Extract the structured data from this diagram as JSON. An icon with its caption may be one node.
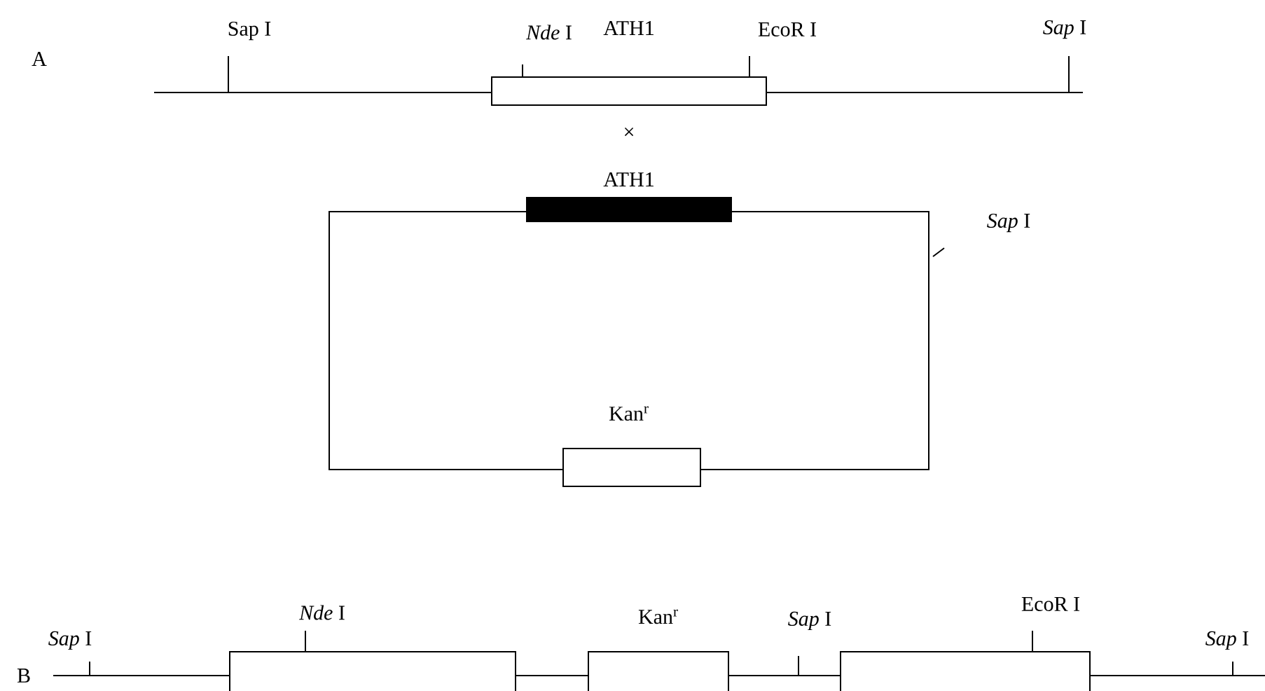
{
  "diagram": {
    "nodes": [
      {
        "text": [
          "ATH1"
        ],
        "beside": [
          "*Nde* I",
          "EcoR I"
        ]
      },
      {
        "text": [
          "ATH1"
        ]
      },
      {
        "text": [
          "Kan$^{r}$"
        ]
      },
      {
        "text": [],
        "shape": "box",
        "beside": [
          "*Nde* I"
        ]
      },
      {
        "text": [
          "Kan$^{r}$"
        ]
      },
      {
        "text": [],
        "shape": "box",
        "beside": [
          "EcoR I"
        ]
      }
    ],
    "labels": [
      "A",
      "Sap I",
      "*Sap* I",
      "×",
      "*Sap* I",
      "B",
      "*Sap* I",
      "*Sap* I",
      "*Sap* I"
    ]
  }
}
